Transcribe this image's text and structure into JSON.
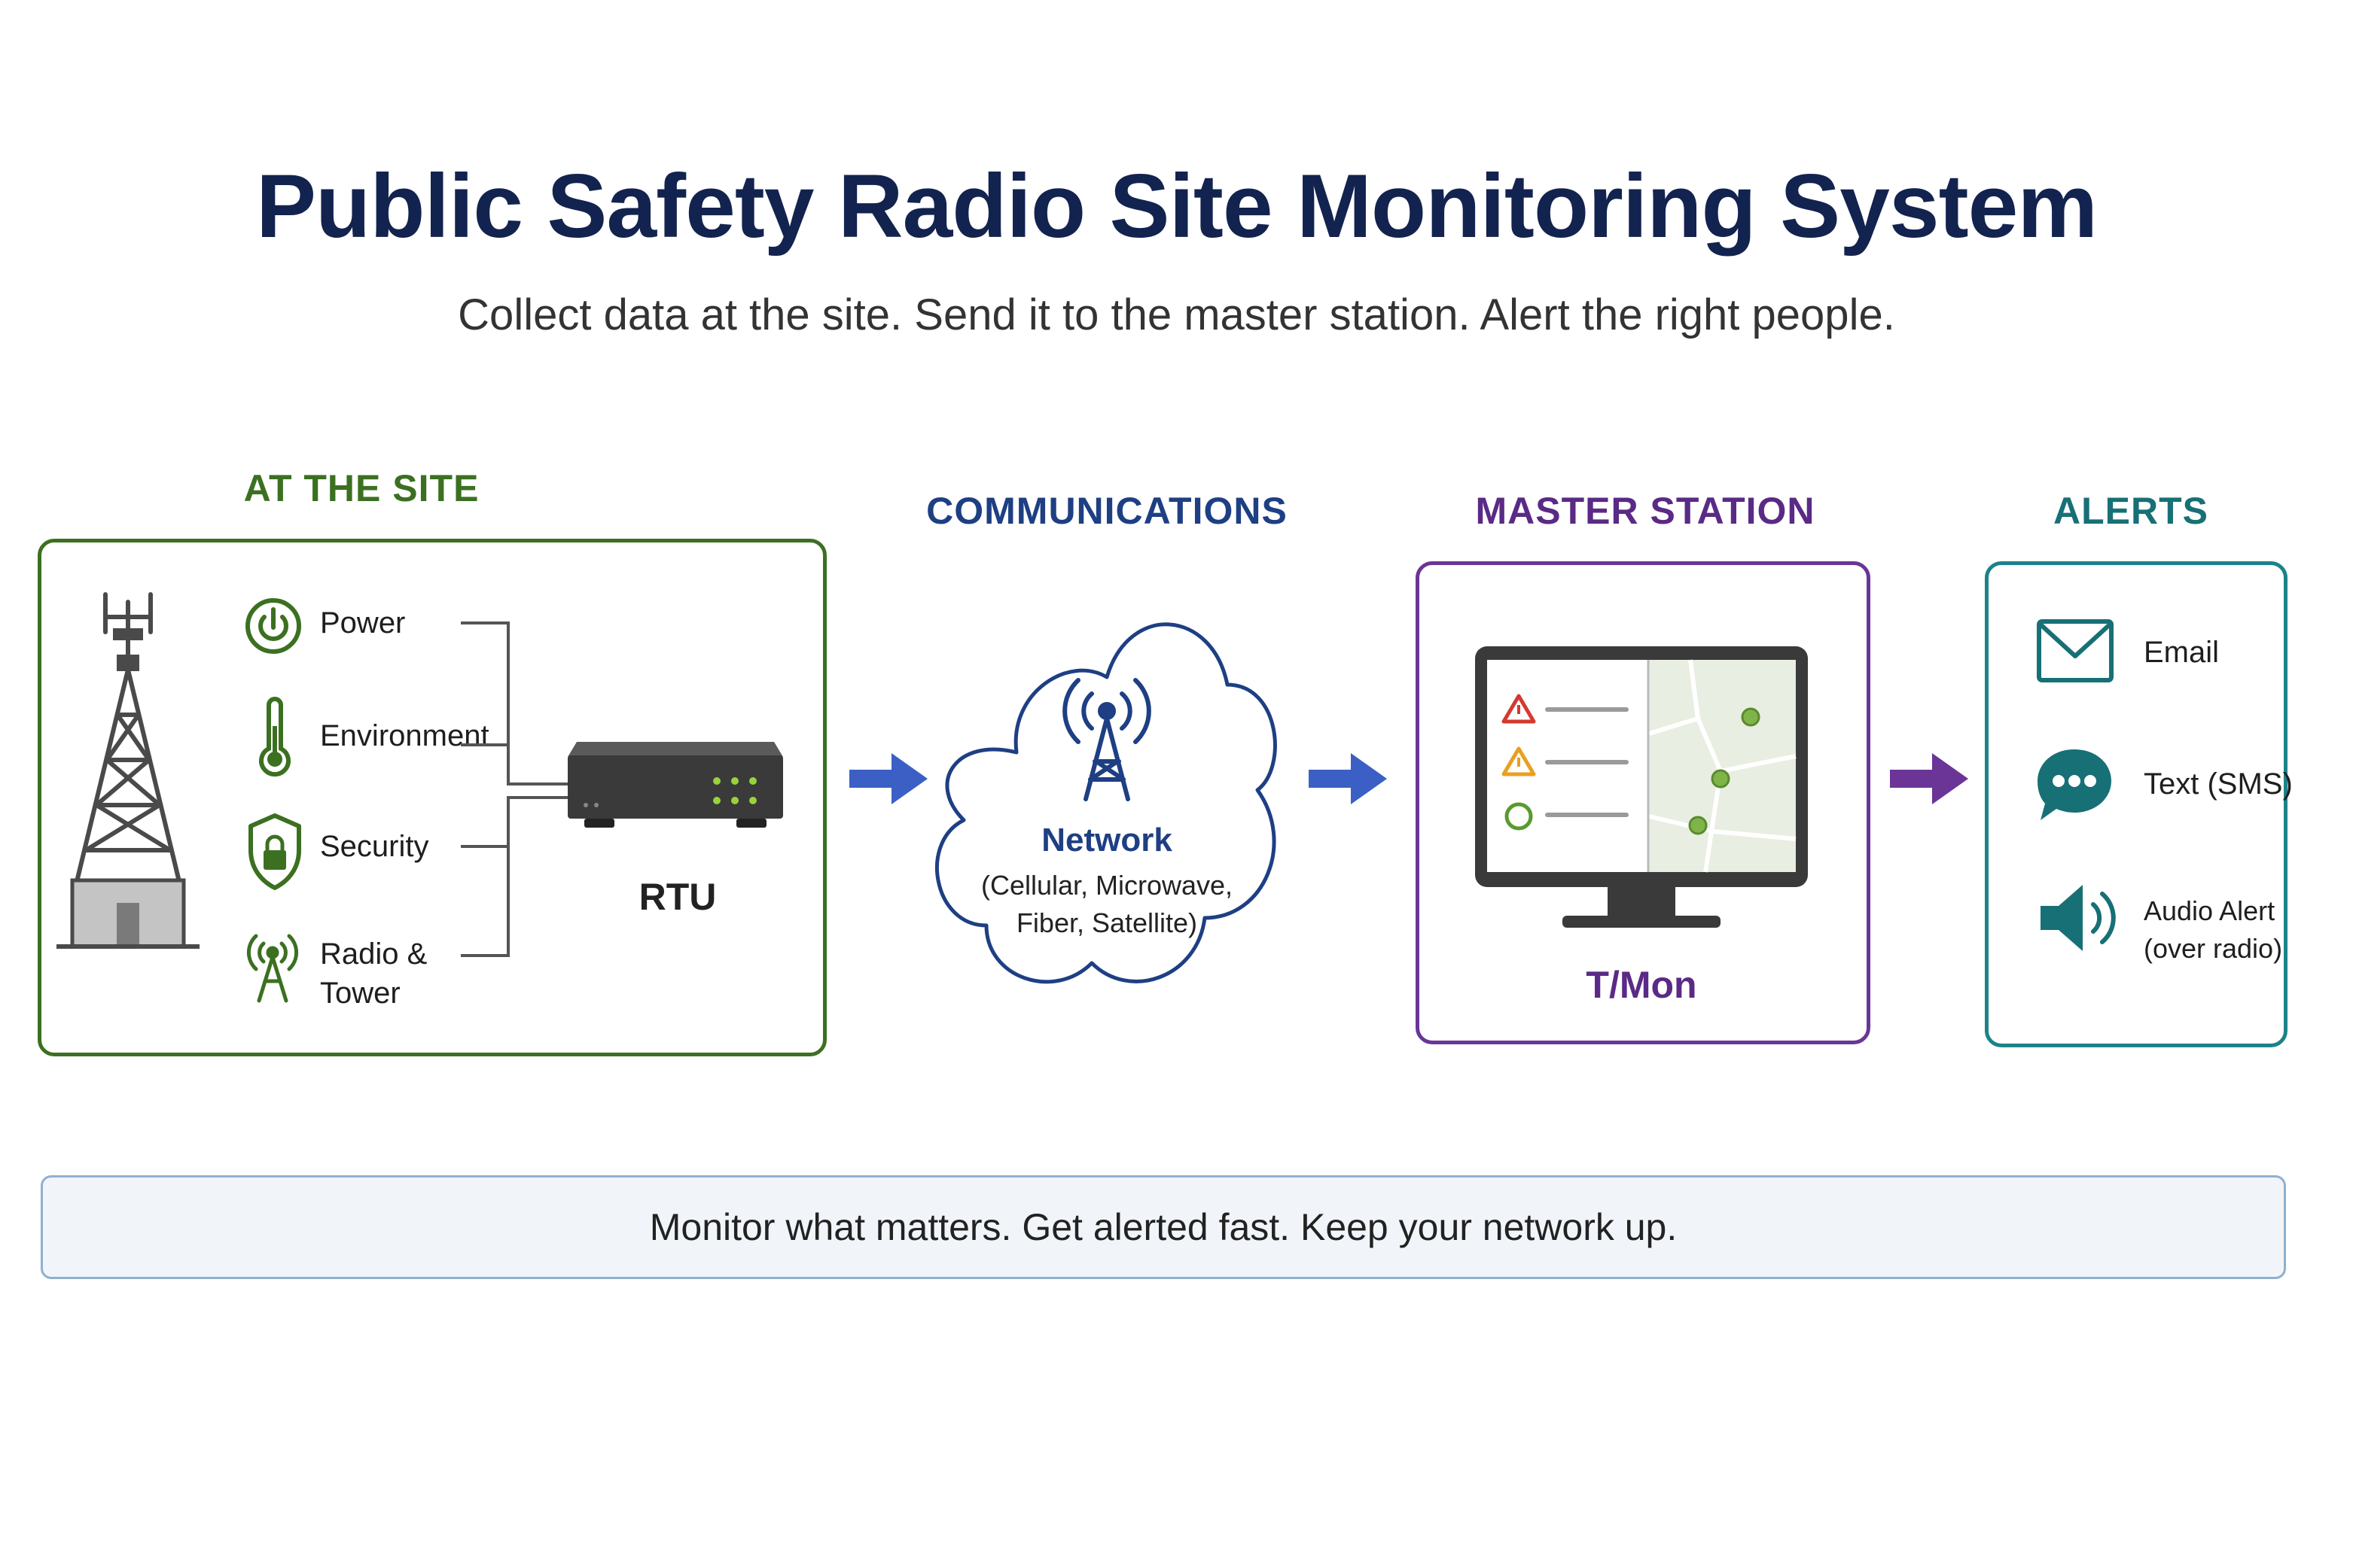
{
  "header": {
    "title": "Public Safety Radio Site Monitoring System",
    "subtitle": "Collect data at the site. Send it to the master station. Alert the right people."
  },
  "site": {
    "heading": "AT THE SITE",
    "inputs": [
      {
        "label": "Power",
        "icon": "power-icon"
      },
      {
        "label": "Environment",
        "icon": "thermometer-icon"
      },
      {
        "label": "Security",
        "icon": "shield-lock-icon"
      },
      {
        "label_line1": "Radio &",
        "label_line2": "Tower",
        "icon": "radio-tower-icon"
      }
    ],
    "rtu_label": "RTU"
  },
  "communications": {
    "heading": "COMMUNICATIONS",
    "network_label": "Network",
    "network_detail_line1": "(Cellular, Microwave,",
    "network_detail_line2": "Fiber, Satellite)"
  },
  "master": {
    "heading": "MASTER STATION",
    "label": "T/Mon"
  },
  "alerts": {
    "heading": "ALERTS",
    "items": [
      {
        "label": "Email",
        "icon": "email-icon"
      },
      {
        "label": "Text (SMS)",
        "icon": "chat-bubble-icon"
      },
      {
        "label_line1": "Audio Alert",
        "label_line2": "(over radio)",
        "icon": "speaker-icon"
      }
    ]
  },
  "footer": {
    "banner": "Monitor what matters. Get alerted fast. Keep your network up."
  },
  "colors": {
    "title": "#13234f",
    "site": "#3c7021",
    "communications": "#1e3f83",
    "master": "#6a3597",
    "alerts": "#177075",
    "arrow_blue": "#3b5fc4",
    "arrow_purple": "#6a3597"
  }
}
